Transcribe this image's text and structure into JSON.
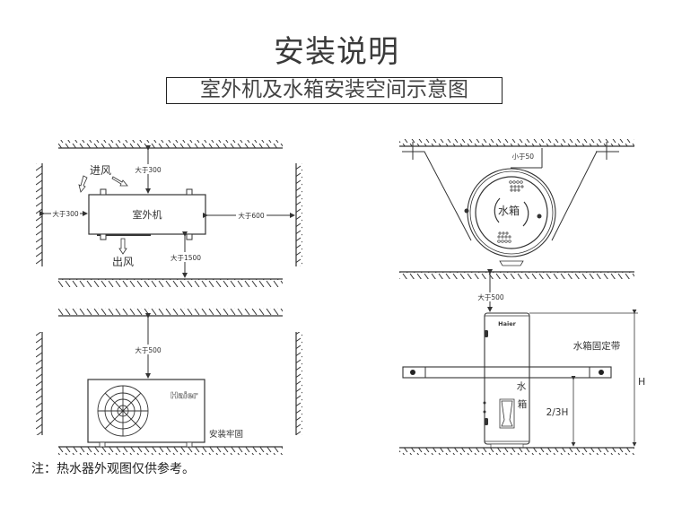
{
  "title": "安装说明",
  "subtitle": "室外机及水箱安装空间示意图",
  "outdoor_top_view": {
    "unit_label": "室外机",
    "air_in": "进风",
    "air_out": "出风",
    "clear_top": "大于300",
    "clear_left": "大于300",
    "clear_right": "大于600",
    "clear_bottom": "大于1500"
  },
  "outdoor_front_view": {
    "clear_top": "大于500",
    "brand": "Haier",
    "install_note": "安装牢固"
  },
  "tank_top_view": {
    "tank_label": "水箱",
    "clear_top": "小于50"
  },
  "tank_front_view": {
    "clear_top": "大于500",
    "brand": "Haier",
    "strap_label": "水箱固定带",
    "tank_char_1": "水",
    "tank_char_2": "箱",
    "height_label": "H",
    "strap_height_label": "2/3H"
  },
  "footnote": "注：热水器外观图仅供参考。",
  "colors": {
    "line": "#333333",
    "text": "#333333"
  }
}
